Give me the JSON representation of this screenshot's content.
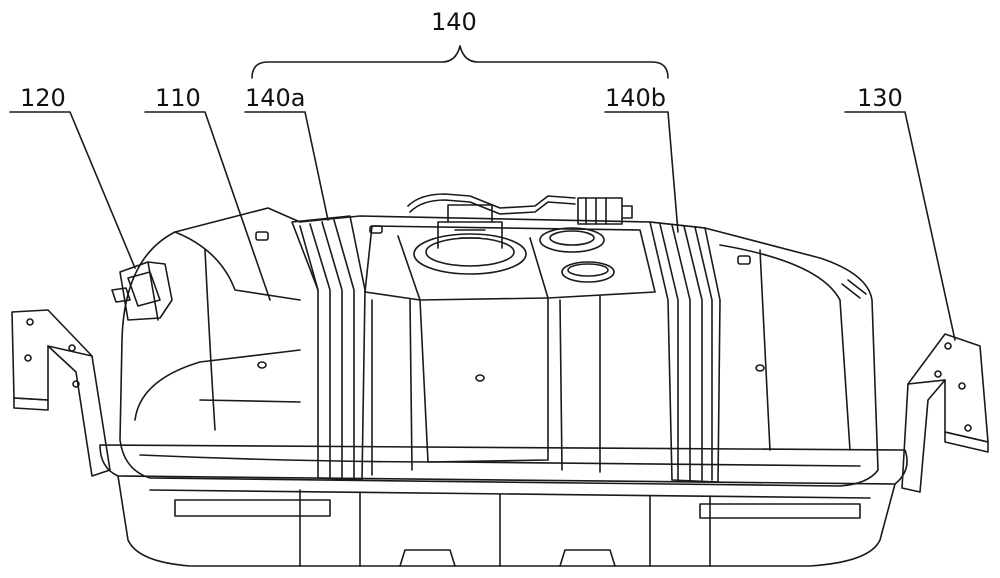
{
  "figure": {
    "labels": {
      "group": "140",
      "left_section": "140a",
      "right_section": "140b",
      "left_fitting": "120",
      "tank_body": "110",
      "right_bracket": "130"
    },
    "colors": {
      "line": "#1a1a1a",
      "fill": "#ffffff"
    }
  }
}
